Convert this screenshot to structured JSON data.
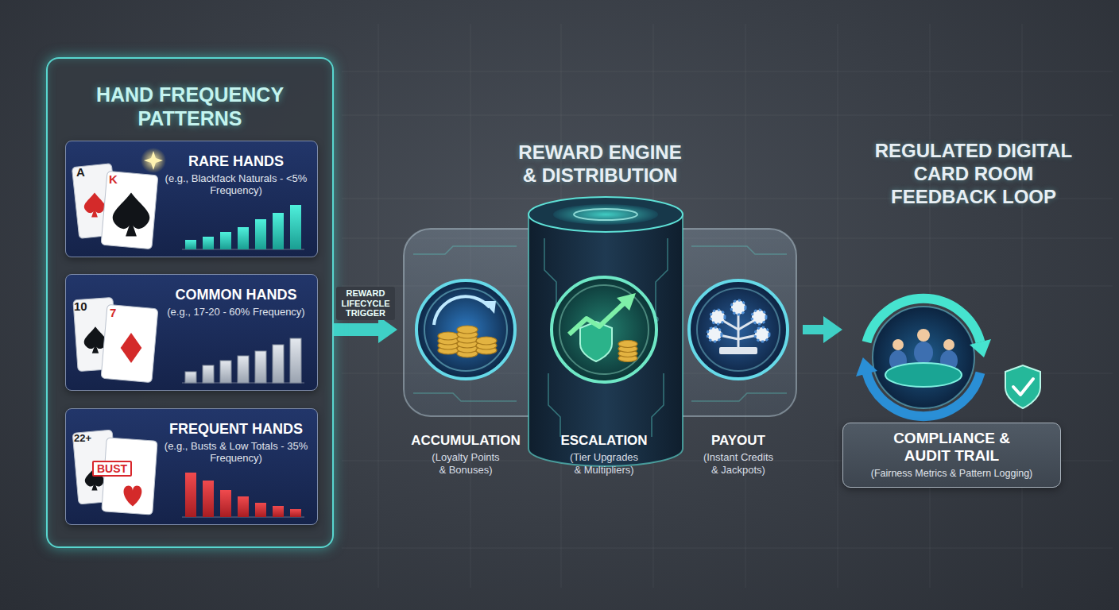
{
  "diagram": {
    "nodes": [
      {
        "text": [
          "HAND FREQUENCY PATTERNS"
        ]
      },
      {
        "text": [
          "RARE HANDS",
          "(e.g., Blackfack Naturals - <5% Frequency)"
        ],
        "in": 0
      },
      {
        "text": [
          "COMMON HANDS",
          "(e.g., 17-20 - 60% Frequency)"
        ],
        "in": 0
      },
      {
        "text": [
          "FREQUENT HANDS",
          "(e.g., Busts & Low Totals - 35% Frequency)"
        ],
        "in": 0
      },
      {
        "text": [
          "REWARD ENGINE & DISTRIBUTION"
        ]
      },
      {
        "text": [
          "ACCUMULATION",
          "(Loyalty Points & Bonuses)"
        ],
        "in": 4
      },
      {
        "text": [
          "ESCALATION",
          "(Tier Upgrades & Multipliers)"
        ],
        "in": 4
      },
      {
        "text": [
          "PAYOUT",
          "(Instant Credits & Jackpots)"
        ],
        "in": 4
      },
      {
        "text": [
          "REGULATED DIGITAL CARD ROOM FEEDBACK LOOP"
        ]
      },
      {
        "text": [
          "COMPLIANCE & AUDIT TRAIL",
          "(Fairness Metrics & Pattern Logging)"
        ],
        "in": 8
      }
    ],
    "edges": [
      {
        "from": 0,
        "to": 4,
        "arrow": "to",
        "label": "REWARD LIFECYCLE TRIGGER"
      },
      {
        "from": 4,
        "to": 8,
        "arrow": "to"
      }
    ],
    "labels": [
      "A",
      "K",
      "10",
      "7",
      "22+",
      "BUST"
    ]
  }
}
